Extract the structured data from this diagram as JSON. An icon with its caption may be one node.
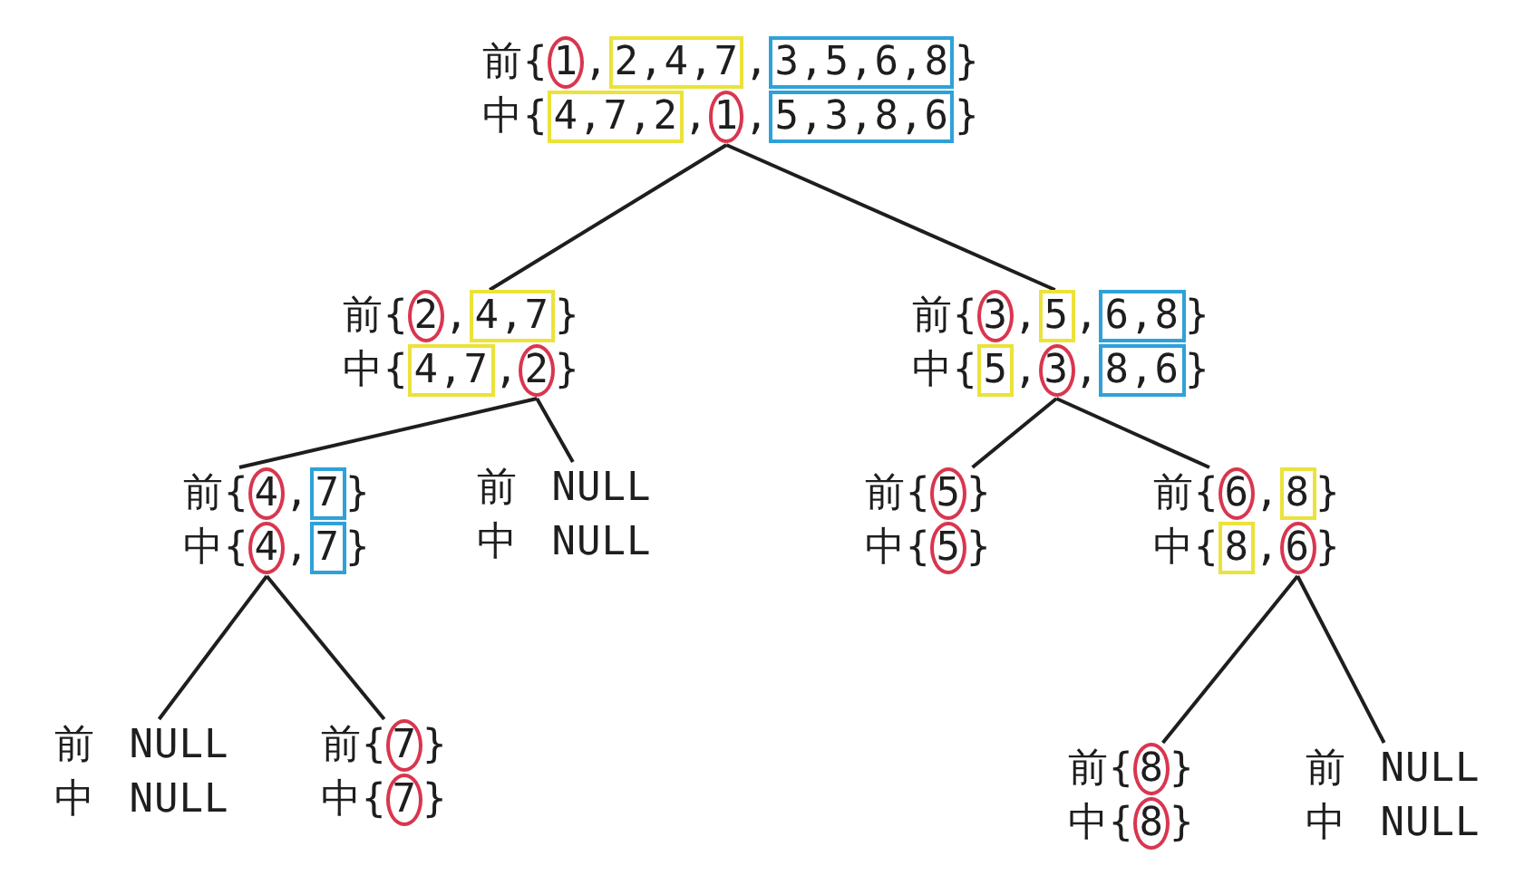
{
  "diagram": {
    "nodes": [
      {
        "text": [
          "前{1,2,4,7,3,5,6,8}",
          "中{4,7,2,1,5,3,8,6}"
        ]
      },
      {
        "text": [
          "前{2,4,7}",
          "中{4,7,2}"
        ]
      },
      {
        "text": [
          "前{3,5,6,8}",
          "中{5,3,8,6}"
        ]
      },
      {
        "text": [
          "前{4,7}",
          "中{4,7}"
        ]
      },
      {
        "text": [
          "前 NULL",
          "中 NULL"
        ]
      },
      {
        "text": [
          "前{5}",
          "中{5}"
        ]
      },
      {
        "text": [
          "前{6,8}",
          "中{8,6}"
        ]
      },
      {
        "text": [
          "前 NULL",
          "中 NULL"
        ]
      },
      {
        "text": [
          "前{7}",
          "中{7}"
        ]
      },
      {
        "text": [
          "前{8}",
          "中{8}"
        ]
      },
      {
        "text": [
          "前 NULL",
          "中 NULL"
        ]
      }
    ],
    "edges": [
      {
        "from": 0,
        "to": 1,
        "arrow": "none"
      },
      {
        "from": 0,
        "to": 2,
        "arrow": "none"
      },
      {
        "from": 1,
        "to": 3,
        "arrow": "none"
      },
      {
        "from": 1,
        "to": 4,
        "arrow": "none"
      },
      {
        "from": 2,
        "to": 5,
        "arrow": "none"
      },
      {
        "from": 2,
        "to": 6,
        "arrow": "none"
      },
      {
        "from": 3,
        "to": 7,
        "arrow": "none"
      },
      {
        "from": 3,
        "to": 8,
        "arrow": "none"
      },
      {
        "from": 6,
        "to": 9,
        "arrow": "none"
      },
      {
        "from": 6,
        "to": 10,
        "arrow": "none"
      }
    ]
  }
}
